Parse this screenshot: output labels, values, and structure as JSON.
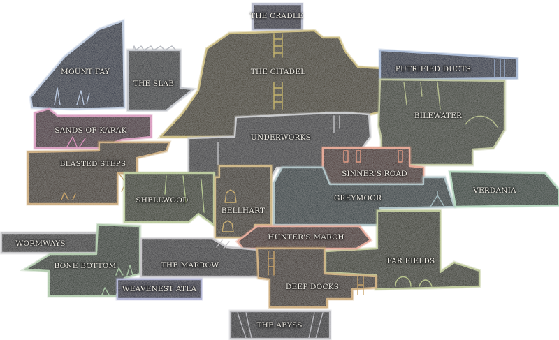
{
  "regions": [
    {
      "id": "the-cradle",
      "name": "THE CRADLE",
      "fill": "#1c1f33",
      "edge": "#aeb2c6"
    },
    {
      "id": "mount-fay",
      "name": "MOUNT FAY",
      "fill": "#152238",
      "edge": "#b8c6dc"
    },
    {
      "id": "the-slab",
      "name": "THE SLAB",
      "fill": "#2c2d31",
      "edge": "#b9bcc3"
    },
    {
      "id": "the-citadel",
      "name": "THE CITADEL",
      "fill": "#352f17",
      "edge": "#c6b56d"
    },
    {
      "id": "putrified-ducts",
      "name": "PUTRIFIED DUCTS",
      "fill": "#18223a",
      "edge": "#9db1d0"
    },
    {
      "id": "bilewater",
      "name": "BILEWATER",
      "fill": "#2c3020",
      "edge": "#b5bd8f"
    },
    {
      "id": "sands-of-karak",
      "name": "SANDS OF KARAK",
      "fill": "#3a1a2c",
      "edge": "#d691b9"
    },
    {
      "id": "underworks",
      "name": "UNDERWORKS",
      "fill": "#2e2f33",
      "edge": "#c3c4c7"
    },
    {
      "id": "blasted-steps",
      "name": "BLASTED STEPS",
      "fill": "#332817",
      "edge": "#c7a36b"
    },
    {
      "id": "sinners-road",
      "name": "SINNER'S ROAD",
      "fill": "#3a1f19",
      "edge": "#e29b84"
    },
    {
      "id": "greymoor",
      "name": "GREYMOOR",
      "fill": "#1c2e32",
      "edge": "#a5bcc0"
    },
    {
      "id": "verdania",
      "name": "VERDANIA",
      "fill": "#1b3027",
      "edge": "#a8d0b4"
    },
    {
      "id": "shellwood",
      "name": "SHELLWOOD",
      "fill": "#262f19",
      "edge": "#b4c690"
    },
    {
      "id": "bellhart",
      "name": "BELLHART",
      "fill": "#2e2614",
      "edge": "#c8ad72"
    },
    {
      "id": "hunters-march",
      "name": "HUNTER'S MARCH",
      "fill": "#3a1b16",
      "edge": "#e4a08d"
    },
    {
      "id": "far-fields",
      "name": "FAR FIELDS",
      "fill": "#262c18",
      "edge": "#b8c48e"
    },
    {
      "id": "wormways",
      "name": "WORMWAYS",
      "fill": "#2a2a2c",
      "edge": "#bdbdc0"
    },
    {
      "id": "bone-bottom",
      "name": "BONE BOTTOM",
      "fill": "#1d2b1b",
      "edge": "#a9c6a4"
    },
    {
      "id": "the-marrow",
      "name": "THE MARROW",
      "fill": "#2c2b2e",
      "edge": "#c1bfc3"
    },
    {
      "id": "weavenest-atla",
      "name": "WEAVENEST ATLA",
      "fill": "#1b1e35",
      "edge": "#a8acd2"
    },
    {
      "id": "deep-docks",
      "name": "DEEP DOCKS",
      "fill": "#2f2414",
      "edge": "#c9a46a"
    },
    {
      "id": "the-abyss",
      "name": "THE ABYSS",
      "fill": "#1d1d20",
      "edge": "#b8b8bd"
    }
  ]
}
